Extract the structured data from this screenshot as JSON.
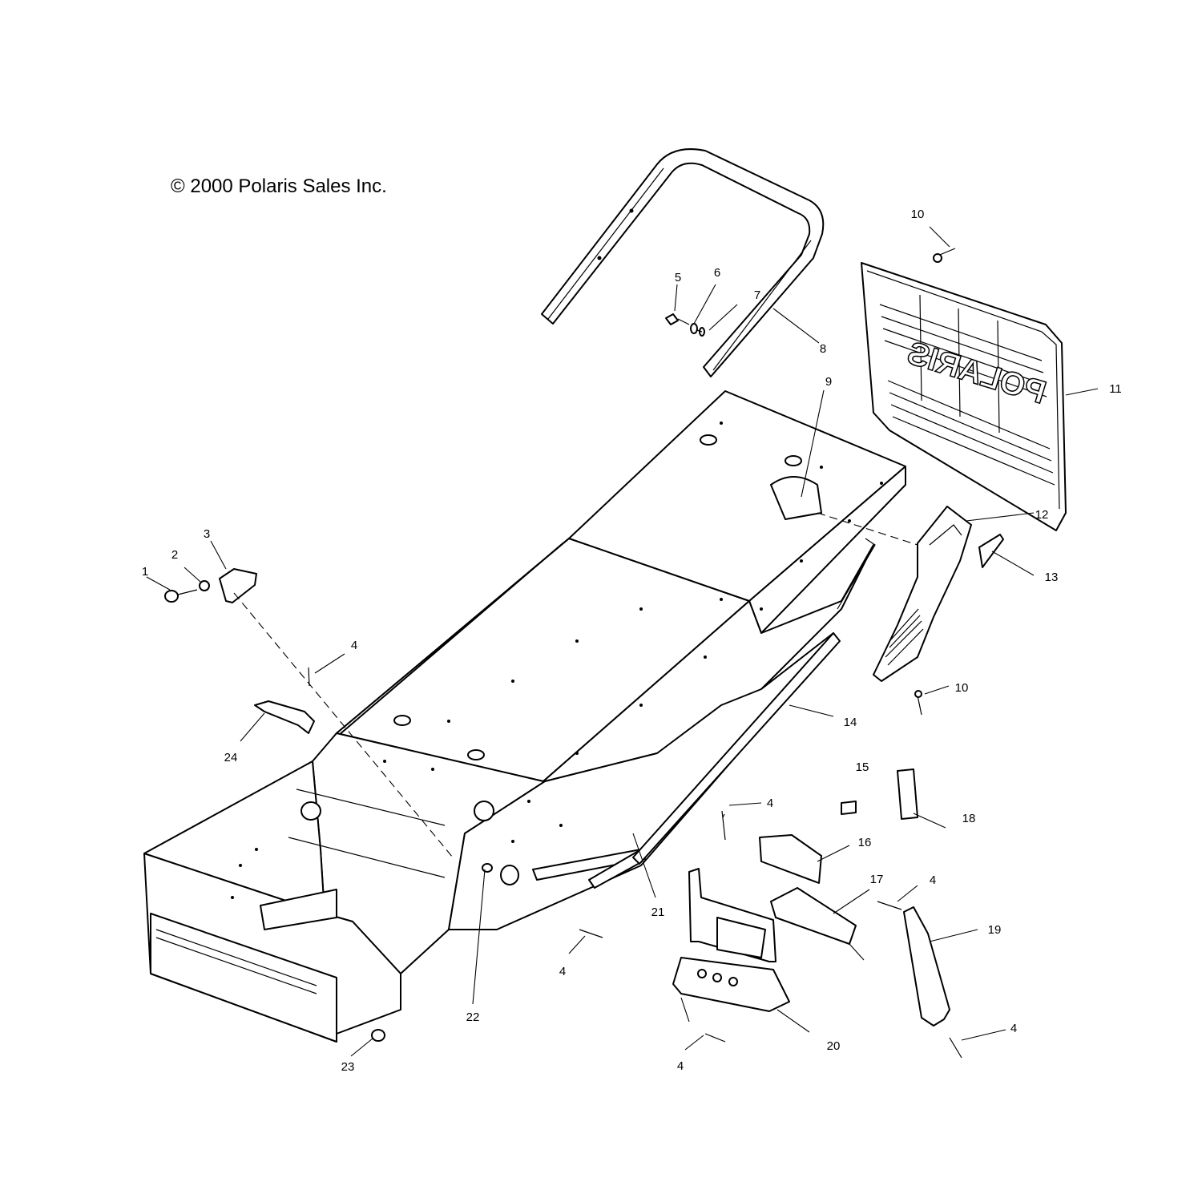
{
  "copyright": "© 2000 Polaris Sales Inc.",
  "grille_logo": "POLARIS",
  "callouts": [
    {
      "id": "c1",
      "text": "1"
    },
    {
      "id": "c2",
      "text": "2"
    },
    {
      "id": "c3",
      "text": "3"
    },
    {
      "id": "c4a",
      "text": "4"
    },
    {
      "id": "c4b",
      "text": "4"
    },
    {
      "id": "c4c",
      "text": "4"
    },
    {
      "id": "c4d",
      "text": "4"
    },
    {
      "id": "c4e",
      "text": "4"
    },
    {
      "id": "c4f",
      "text": "4"
    },
    {
      "id": "c5",
      "text": "5"
    },
    {
      "id": "c6",
      "text": "6"
    },
    {
      "id": "c7",
      "text": "7"
    },
    {
      "id": "c8",
      "text": "8"
    },
    {
      "id": "c9",
      "text": "9"
    },
    {
      "id": "c10a",
      "text": "10"
    },
    {
      "id": "c10b",
      "text": "10"
    },
    {
      "id": "c11",
      "text": "11"
    },
    {
      "id": "c12",
      "text": "12"
    },
    {
      "id": "c13",
      "text": "13"
    },
    {
      "id": "c14",
      "text": "14"
    },
    {
      "id": "c15",
      "text": "15"
    },
    {
      "id": "c16",
      "text": "16"
    },
    {
      "id": "c17",
      "text": "17"
    },
    {
      "id": "c18",
      "text": "18"
    },
    {
      "id": "c19",
      "text": "19"
    },
    {
      "id": "c20",
      "text": "20"
    },
    {
      "id": "c21",
      "text": "21"
    },
    {
      "id": "c22",
      "text": "22"
    },
    {
      "id": "c23",
      "text": "23"
    },
    {
      "id": "c24",
      "text": "24"
    }
  ]
}
